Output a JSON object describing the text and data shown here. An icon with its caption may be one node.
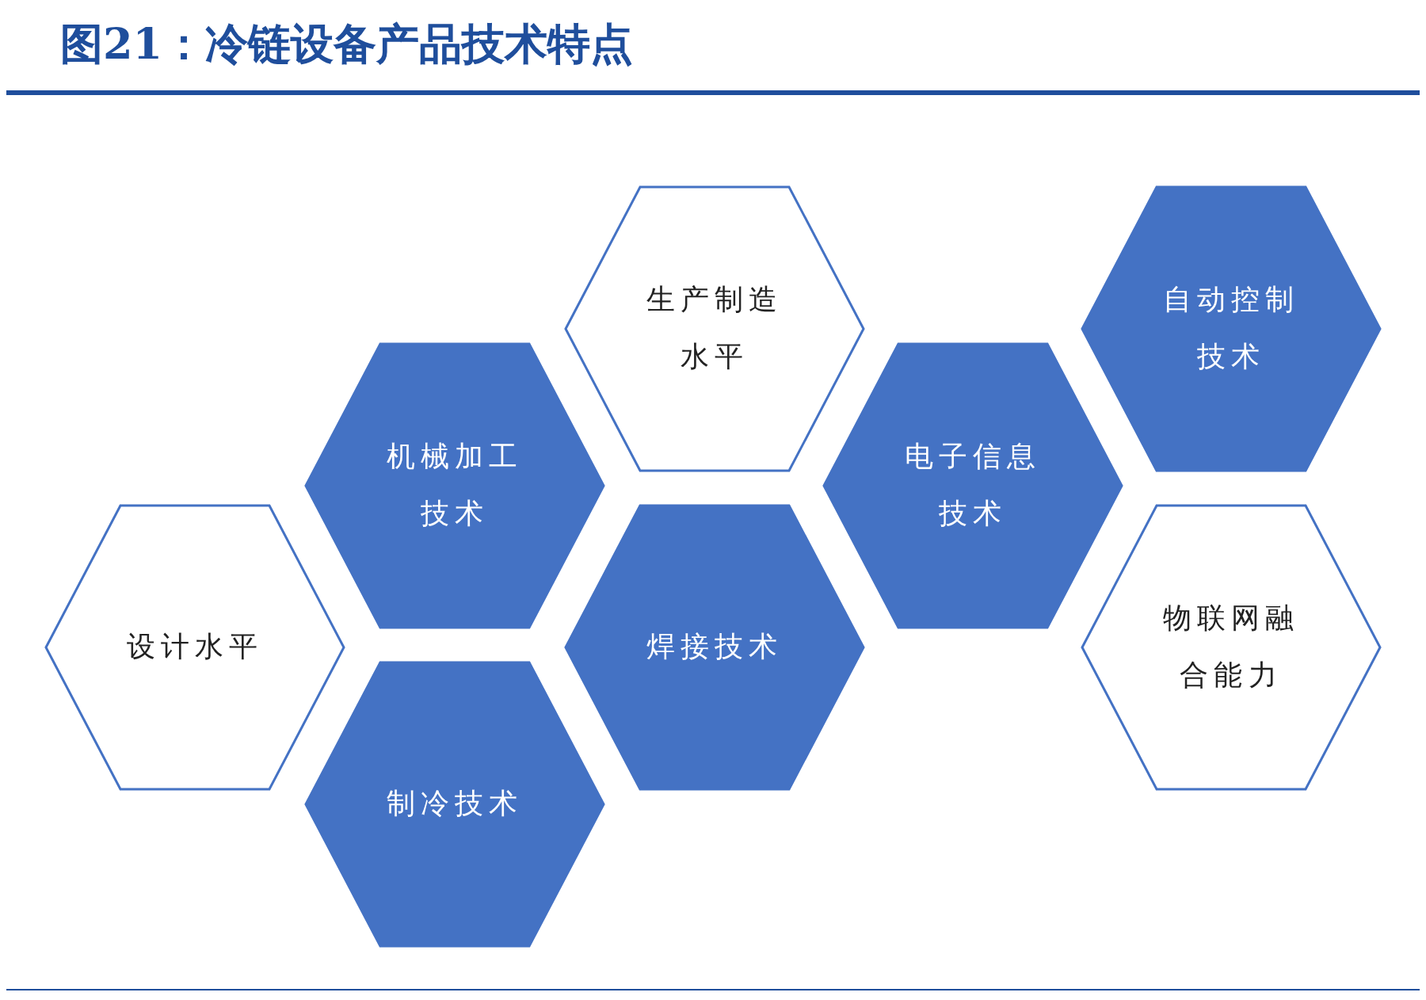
{
  "diagram": {
    "title": "图21：冷链设备产品技术特点",
    "nodes": [
      {
        "text": [
          "生产制造水平"
        ]
      },
      {
        "text": [
          "自动控制技术"
        ]
      },
      {
        "text": [
          "机械加工技术"
        ]
      },
      {
        "text": [
          "电子信息技术"
        ]
      },
      {
        "text": [
          "设计水平"
        ]
      },
      {
        "text": [
          "焊接技术"
        ]
      },
      {
        "text": [
          "物联网融合能力"
        ]
      },
      {
        "text": [
          "制冷技术"
        ]
      }
    ]
  }
}
